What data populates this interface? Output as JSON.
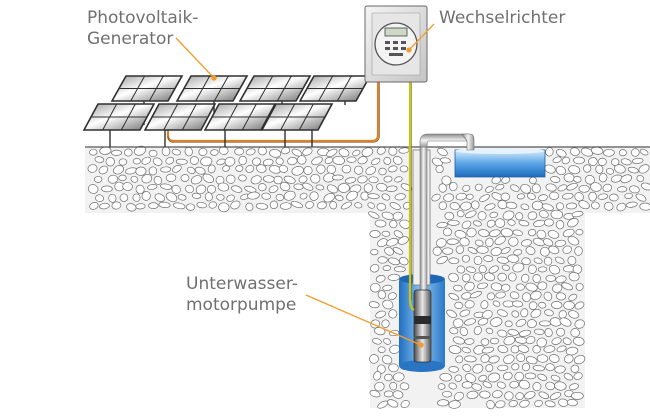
{
  "labels": {
    "pv_line1": "Photovoltaik-",
    "pv_line2": "Generator",
    "inverter": "Wechselrichter",
    "pump_line1": "Unterwasser-",
    "pump_line2": "motorpumpe"
  },
  "colors": {
    "label_text": "#707070",
    "leader_line": "#f39c2a",
    "cable_orange": "#d9822b",
    "cable_yellow": "#c8c21e",
    "water_blue": "#2e7fd0",
    "ground_fill": "#f2f2f2",
    "stone_outline": "#6e6e6e",
    "panel_dark": "#3e3e3e",
    "frame_dark": "#303030"
  }
}
